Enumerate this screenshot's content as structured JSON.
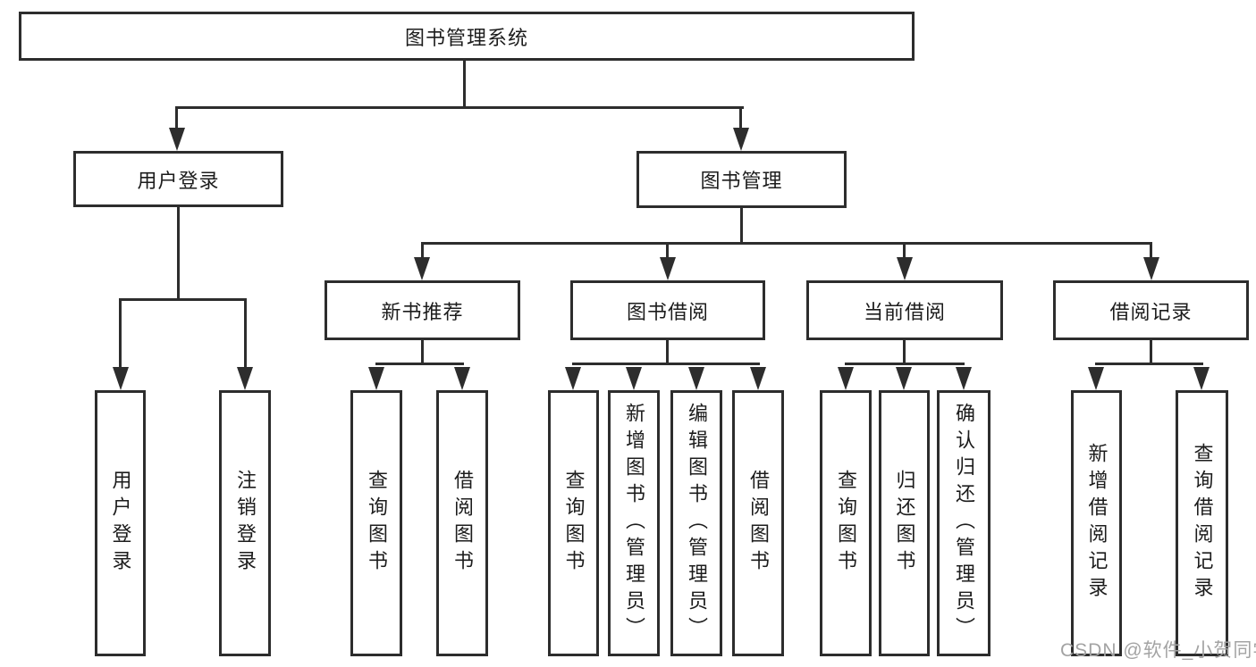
{
  "diagram_title": "图书管理系统",
  "nodes": {
    "root": "图书管理系统",
    "user_login": "用户登录",
    "book_mgmt": "图书管理",
    "new_books": "新书推荐",
    "book_borrow": "图书借阅",
    "current_borrow": "当前借阅",
    "borrow_records": "借阅记录"
  },
  "leaves": {
    "user_login": [
      "用户登录",
      "注销登录"
    ],
    "new_books": [
      "查询图书",
      "借阅图书"
    ],
    "book_borrow": [
      "查询图书",
      "新增图书（管理员）",
      "编辑图书（管理员）",
      "借阅图书"
    ],
    "current_borrow": [
      "查询图书",
      "归还图书",
      "确认归还（管理员）"
    ],
    "borrow_records": [
      "新增借阅记录",
      "查询借阅记录"
    ]
  },
  "watermark": "CSDN @软件_小贺同学",
  "colors": {
    "line": "#2d2d2d",
    "text": "#1c1c1c",
    "watermark": "#a3a3a3",
    "background": "#ffffff"
  },
  "tree": {
    "root": "图书管理系统",
    "children": [
      {
        "label": "用户登录",
        "children": [
          "用户登录",
          "注销登录"
        ]
      },
      {
        "label": "图书管理",
        "children": [
          {
            "label": "新书推荐",
            "children": [
              "查询图书",
              "借阅图书"
            ]
          },
          {
            "label": "图书借阅",
            "children": [
              "查询图书",
              "新增图书（管理员）",
              "编辑图书（管理员）",
              "借阅图书"
            ]
          },
          {
            "label": "当前借阅",
            "children": [
              "查询图书",
              "归还图书",
              "确认归还（管理员）"
            ]
          },
          {
            "label": "借阅记录",
            "children": [
              "新增借阅记录",
              "查询借阅记录"
            ]
          }
        ]
      }
    ]
  }
}
